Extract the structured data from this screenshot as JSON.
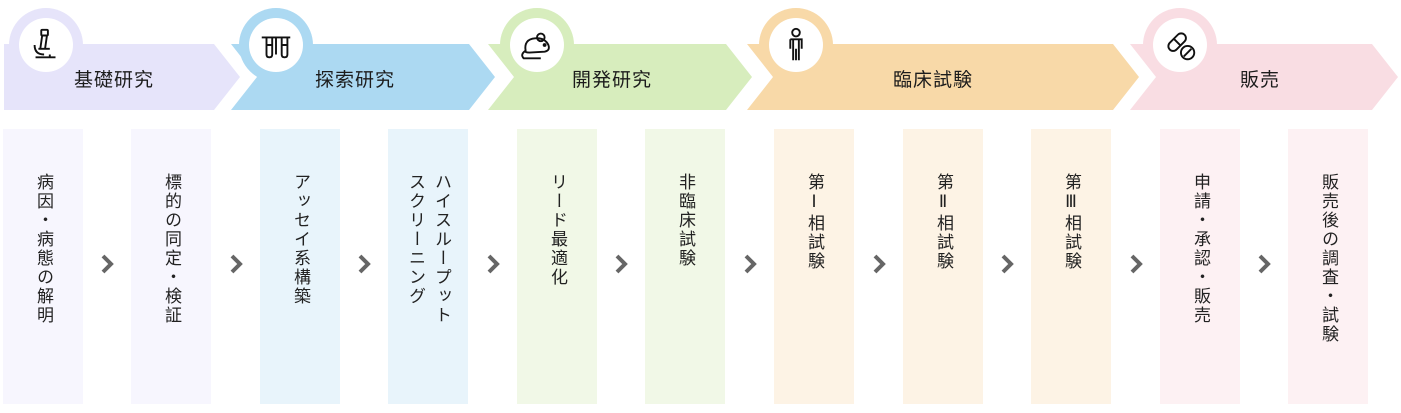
{
  "phases": [
    {
      "label": "基礎研究",
      "icon": "microscope-icon",
      "color": "#e6e4fa"
    },
    {
      "label": "探索研究",
      "icon": "test-tubes-icon",
      "color": "#acd9f2"
    },
    {
      "label": "開発研究",
      "icon": "mouse-icon",
      "color": "#d7edbd"
    },
    {
      "label": "臨床試験",
      "icon": "person-icon",
      "color": "#f8d9a8"
    },
    {
      "label": "販売",
      "icon": "pills-icon",
      "color": "#f9dde3"
    }
  ],
  "steps": [
    {
      "text": "病因・病態の解明",
      "color": "#f7f6fe"
    },
    {
      "text": "標的の同定・検証",
      "color": "#f7f6fe"
    },
    {
      "text": "アッセイ系構築",
      "color": "#e8f4fb"
    },
    {
      "text": "ハイスループット\nスクリーニング",
      "color": "#e8f4fb"
    },
    {
      "text": "リード最適化",
      "color": "#f1f8e7"
    },
    {
      "text": "非臨床試験",
      "color": "#f1f8e7"
    },
    {
      "text": "第Ⅰ相試験",
      "color": "#fdf3e5"
    },
    {
      "text": "第Ⅱ相試験",
      "color": "#fdf3e5"
    },
    {
      "text": "第Ⅲ相試験",
      "color": "#fdf3e5"
    },
    {
      "text": "申請・承認・販売",
      "color": "#fdf1f3"
    },
    {
      "text": "販売後の調査・試験",
      "color": "#fdf1f3"
    }
  ],
  "chevron_color": "#666666"
}
